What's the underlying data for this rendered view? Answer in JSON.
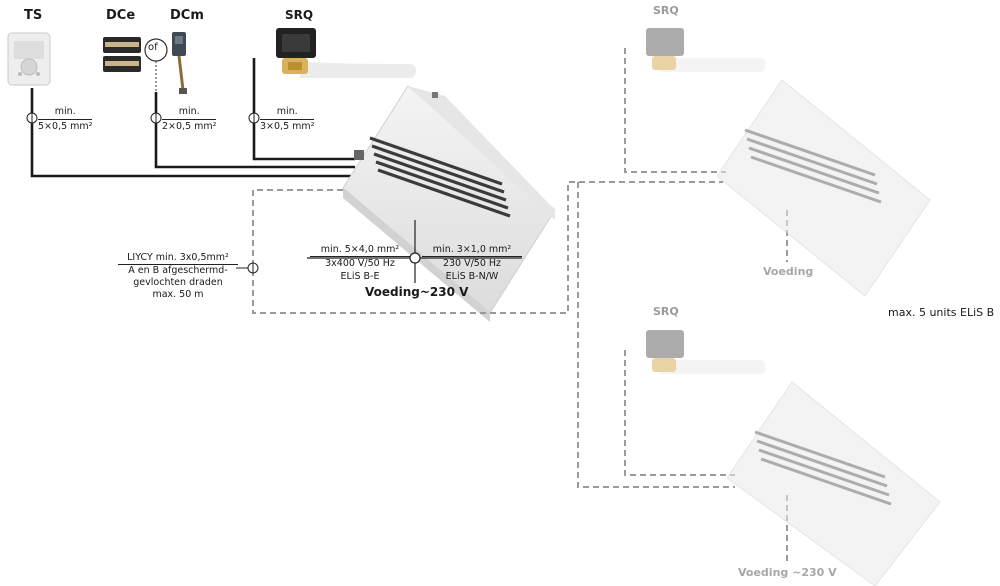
{
  "devices": {
    "ts": "TS",
    "dce": "DCe",
    "dcm": "DCm",
    "of": "of",
    "srq_main": "SRQ",
    "srq_unit2": "SRQ",
    "srq_unit3": "SRQ"
  },
  "cables": {
    "ts": {
      "top": "min.",
      "bottom": "5×0,5 mm²"
    },
    "dc": {
      "top": "min.",
      "bottom": "2×0,5 mm²"
    },
    "srq": {
      "top": "min.",
      "bottom": "3×0,5 mm²"
    }
  },
  "power_left": {
    "line1": "min. 5×4,0 mm²",
    "line2": "3x400 V/50 Hz",
    "line3": "ELiS B-E"
  },
  "power_right": {
    "line1": "min. 3×1,0 mm²",
    "line2": "230 V/50 Hz",
    "line3": "ELiS B-N/W"
  },
  "power_label": "Voeding~230 V",
  "bus": {
    "line1": "LIYCY min. 3x0,5mm²",
    "line2": "A en B afgeschermd-",
    "line3": "gevlochten draden",
    "line4": "max. 50 m"
  },
  "unit2_power": "Voeding",
  "unit3_power": "Voeding ~230 V",
  "max_units": "max. 5 units ELiS B"
}
